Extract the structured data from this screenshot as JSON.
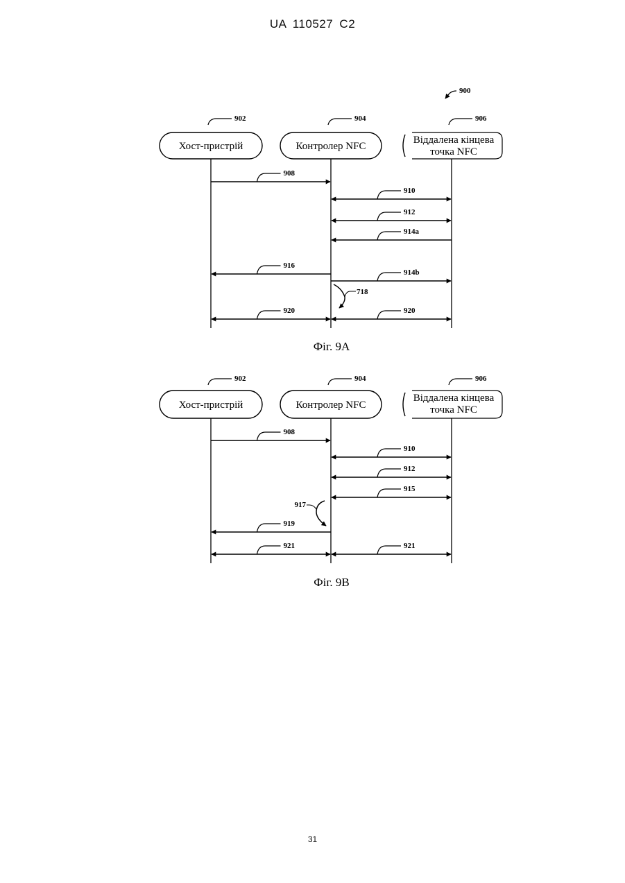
{
  "header": "UA   110527   C2",
  "page_number": "31",
  "figure_ref": "900",
  "figures": [
    {
      "caption": "Фіг. 9А",
      "nodes": [
        {
          "ref": "902",
          "lines": [
            "Хост-пристрій"
          ]
        },
        {
          "ref": "904",
          "lines": [
            "Контролер NFC"
          ]
        },
        {
          "ref": "906",
          "lines": [
            "Віддалена кінцева",
            "точка NFC"
          ]
        }
      ],
      "messages": [
        {
          "ref": "908",
          "from": 0,
          "to": 1,
          "both": false
        },
        {
          "ref": "910",
          "from": 1,
          "to": 2,
          "both": true
        },
        {
          "ref": "912",
          "from": 1,
          "to": 2,
          "both": true
        },
        {
          "ref": "914a",
          "from": 2,
          "to": 1,
          "both": false
        },
        {
          "ref": "916",
          "from": 1,
          "to": 0,
          "both": false
        },
        {
          "ref": "914b",
          "from": 1,
          "to": 2,
          "both": false
        },
        {
          "ref": "920",
          "from": 0,
          "to": 1,
          "both": true
        },
        {
          "ref": "920",
          "from": 1,
          "to": 2,
          "both": true
        }
      ],
      "self_action": {
        "ref": "718"
      }
    },
    {
      "caption": "Фіг. 9В",
      "nodes": [
        {
          "ref": "902",
          "lines": [
            "Хост-пристрій"
          ]
        },
        {
          "ref": "904",
          "lines": [
            "Контролер NFC"
          ]
        },
        {
          "ref": "906",
          "lines": [
            "Віддалена кінцева",
            "точка NFC"
          ]
        }
      ],
      "messages": [
        {
          "ref": "908",
          "from": 0,
          "to": 1,
          "both": false
        },
        {
          "ref": "910",
          "from": 1,
          "to": 2,
          "both": true
        },
        {
          "ref": "912",
          "from": 1,
          "to": 2,
          "both": true
        },
        {
          "ref": "915",
          "from": 1,
          "to": 2,
          "both": true
        },
        {
          "ref": "919",
          "from": 1,
          "to": 0,
          "both": false
        },
        {
          "ref": "921",
          "from": 0,
          "to": 1,
          "both": true
        },
        {
          "ref": "921",
          "from": 1,
          "to": 2,
          "both": true
        }
      ],
      "self_action": {
        "ref": "917"
      }
    }
  ]
}
